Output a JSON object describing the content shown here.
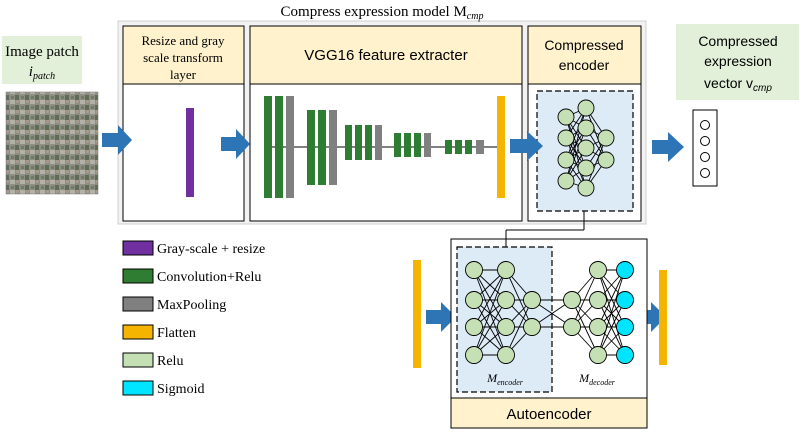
{
  "title": "Compress expression model M",
  "title_sub": "cmp",
  "image_patch": {
    "line1": "Image patch",
    "var": "i",
    "var_sub": "patch"
  },
  "resize_box": {
    "line1": "Resize and gray",
    "line2": "scale transform",
    "line3": "layer"
  },
  "vgg_box": {
    "label": "VGG16 feature extracter"
  },
  "encoder_box": {
    "line1": "Compressed",
    "line2": "encoder"
  },
  "vector_box": {
    "line1": "Compressed",
    "line2": "expression",
    "line3": "vector v",
    "var_sub": "cmp"
  },
  "autoencoder": {
    "label": "Autoencoder",
    "encoder_label": "M",
    "encoder_sub": "encoder",
    "decoder_label": "M",
    "decoder_sub": "decoder"
  },
  "legend": [
    {
      "label": "Gray-scale + resize",
      "color": "#7030a0"
    },
    {
      "label": "Convolution+Relu",
      "color": "#2e7d32"
    },
    {
      "label": "MaxPooling",
      "color": "#808080"
    },
    {
      "label": "Flatten",
      "color": "#f4b400"
    },
    {
      "label": "Relu",
      "color": "#c5e0b4"
    },
    {
      "label": "Sigmoid",
      "color": "#00e5ff"
    }
  ],
  "colors": {
    "panel": "#f2f2f2",
    "label_box": "#fff2cc",
    "green_box": "#e2f0d9",
    "encoder_fill": "#ddebf7",
    "arrow": "#2e75b6",
    "relu_node": "#c5e0b4",
    "sigmoid_node": "#00e5ff"
  }
}
